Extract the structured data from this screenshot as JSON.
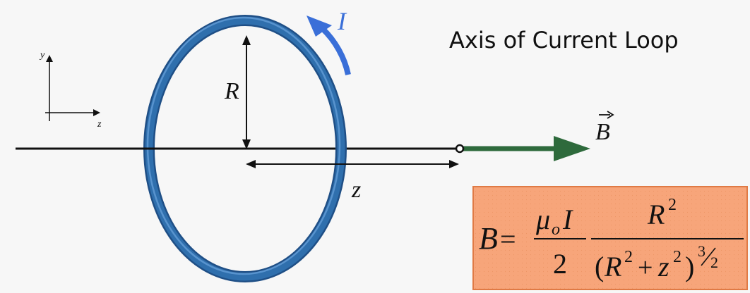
{
  "title": "Axis of Current Loop",
  "labels": {
    "current": "I",
    "radius": "R",
    "distance": "z",
    "field": "B",
    "axis_y": "y",
    "axis_z": "z"
  },
  "formula": {
    "lhs": "B",
    "equals": "=",
    "mu": "μ",
    "mu_sub": "o",
    "current": "I",
    "half_den": "2",
    "R": "R",
    "sq": "2",
    "open_paren": "(",
    "plus": "+",
    "z": "z",
    "close_paren": ")",
    "exp_num": "3",
    "exp_den": "2"
  },
  "colors": {
    "loop": "#2f6fad",
    "loop_dark": "#1f4f86",
    "current_arrow": "#3a6fd8",
    "field_arrow": "#2e6a3c",
    "formula_bg": "#f7a57a",
    "formula_border": "#e07a45"
  }
}
